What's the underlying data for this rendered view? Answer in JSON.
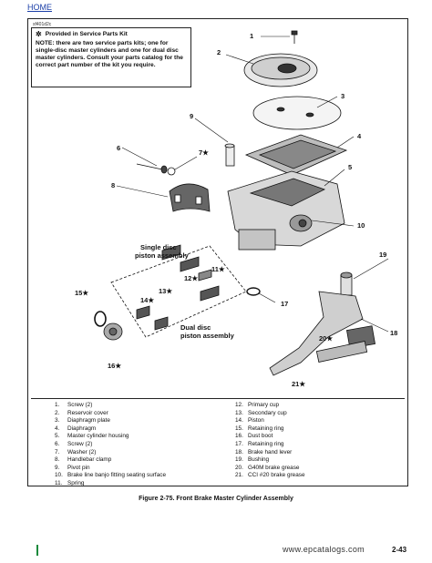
{
  "header": {
    "home_link": "HOME"
  },
  "figure": {
    "id": "sf401d2c",
    "kit_box": {
      "title": "Provided in Service Parts Kit",
      "note": "NOTE: there are two service parts kits; one for single-disc master cylinders and one for dual disc master cylinders. Consult your parts catalog for the correct part number of the kit you require."
    },
    "labels": {
      "single_disc": "Single disc\npiston assembly",
      "dual_disc": "Dual disc\npiston assembly"
    },
    "callouts": [
      "1",
      "2",
      "3",
      "4",
      "5",
      "6",
      "7",
      "8",
      "9",
      "10",
      "11",
      "12",
      "13",
      "14",
      "15",
      "16",
      "17",
      "18",
      "19",
      "20",
      "21"
    ]
  },
  "legend": {
    "left": [
      {
        "num": "1.",
        "text": "Screw (2)"
      },
      {
        "num": "2.",
        "text": "Reservoir cover"
      },
      {
        "num": "3.",
        "text": "Diaphragm plate"
      },
      {
        "num": "4.",
        "text": "Diaphragm"
      },
      {
        "num": "5.",
        "text": "Master cylinder housing"
      },
      {
        "num": "6.",
        "text": "Screw (2)"
      },
      {
        "num": "7.",
        "text": "Washer (2)"
      },
      {
        "num": "8.",
        "text": "Handlebar clamp"
      },
      {
        "num": "9.",
        "text": "Pivot pin"
      },
      {
        "num": "10.",
        "text": "Brake line banjo fitting seating surface"
      },
      {
        "num": "11.",
        "text": "Spring"
      }
    ],
    "right": [
      {
        "num": "12.",
        "text": "Primary cup"
      },
      {
        "num": "13.",
        "text": "Secondary cup"
      },
      {
        "num": "14.",
        "text": "Piston"
      },
      {
        "num": "15.",
        "text": "Retaining ring"
      },
      {
        "num": "16.",
        "text": "Dust boot"
      },
      {
        "num": "17.",
        "text": "Retaining ring"
      },
      {
        "num": "18.",
        "text": "Brake hand lever"
      },
      {
        "num": "19.",
        "text": "Bushing"
      },
      {
        "num": "20.",
        "text": "G40M brake grease"
      },
      {
        "num": "21.",
        "text": "CCI #20 brake grease"
      }
    ]
  },
  "caption": "Figure 2-75. Front Brake Master Cylinder Assembly",
  "footer": {
    "watermark": "www.epcatalogs.com",
    "page": "2-43"
  }
}
